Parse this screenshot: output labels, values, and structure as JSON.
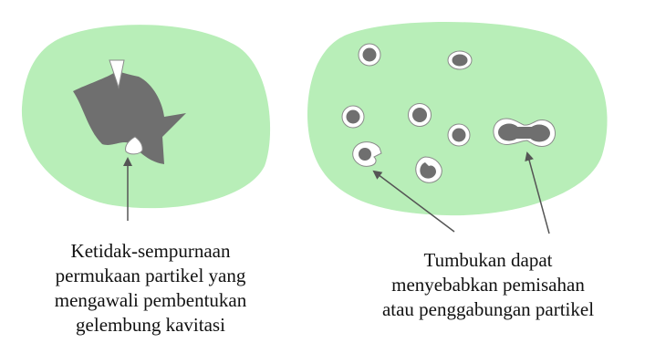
{
  "colors": {
    "background": "#ffffff",
    "medium": "#b8eeb8",
    "particle": "#6f6f6f",
    "bubble": "#ffffff",
    "ring": "#8a8a8a",
    "arrow": "#555555",
    "text": "#111111"
  },
  "captions": {
    "left": {
      "line1": "Ketidak-sempurnaan",
      "line2": "permukaan partikel yang",
      "line3": "mengawali pembentukan",
      "line4": "gelembung kavitasi"
    },
    "right": {
      "line1": "Tumbukan dapat",
      "line2": "menyebabkan pemisahan",
      "line3": "atau penggabungan partikel"
    }
  }
}
